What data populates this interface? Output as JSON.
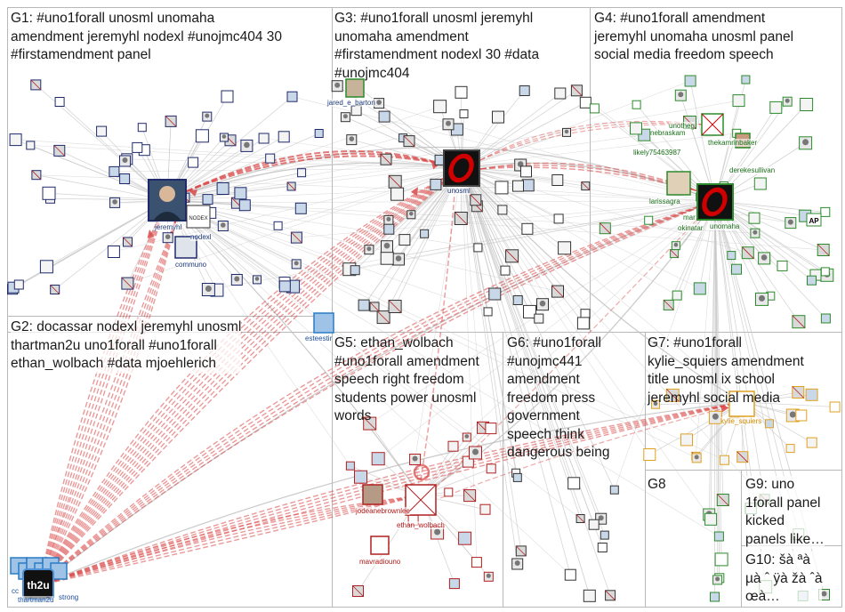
{
  "groups": [
    {
      "id": "G1",
      "label": "G1: #uno1forall unosml unomaha\namendment jeremyhl nodexl #unojmc404 30\n#firstamendment panel"
    },
    {
      "id": "G2",
      "label": "G2: docassar nodexl jeremyhl unosml\nthartman2u uno1forall #uno1forall\nethan_wolbach #data mjoehlerich"
    },
    {
      "id": "G3",
      "label": "G3: #uno1forall unosml jeremyhl\nunomaha amendment\n#firstamendment nodexl 30 #data\n#unojmc404"
    },
    {
      "id": "G4",
      "label": "G4: #uno1forall amendment\njeremyhl unomaha unosml panel\nsocial media freedom speech"
    },
    {
      "id": "G5",
      "label": "G5: ethan_wolbach\n#uno1forall amendment\nspeech right freedom\nstudents power unosml\nwords"
    },
    {
      "id": "G6",
      "label": "G6: #uno1forall\n#unojmc441\namendment\nfreedom press\ngovernment\nspeech think\ndangerous being"
    },
    {
      "id": "G7",
      "label": "G7: #uno1forall\nkylie_squiers amendment\ntitle unosml ix school\njeremyhl social media"
    },
    {
      "id": "G8",
      "label": "G8"
    },
    {
      "id": "G9",
      "label": "G9: uno\n1forall panel\nkicked\npanels like…"
    },
    {
      "id": "G10",
      "label": "G10: šà ªà\nµà ˆ ÿà žà ˆà\nœà…"
    }
  ],
  "node_labels": {
    "jeremyhl": "jeremyhl",
    "nodexl": "nodexl",
    "communo": "communo",
    "unosml": "unosml",
    "jared": "jared_e_barton",
    "unotheg": "unotheg",
    "nebraskam": "nebraskam",
    "thekamrinbaker": "thekamrinbaker",
    "likely": "likely75463987",
    "derekesullivan": "derekesullivan",
    "larissagra": "larissagra",
    "mar": "mar",
    "okinatar": "okinatar",
    "unomaha": "unomaha",
    "esteestir": "esteestir",
    "jodeanebrownlee": "jodeanebrownlee",
    "ethan_wolbach": "ethan_wolbach",
    "mavradiouno": "mavradiouno",
    "kylie_squiers": "kylie_squiers",
    "thartman2u": "thartman2u",
    "cc": "cc",
    "strong": "strong",
    "th2u": "th2u",
    "nodex_logo": "NODEX",
    "ap": "AP"
  },
  "colors": {
    "grid": "#b8b8b8",
    "edge": "#c9c9c9",
    "hub_edge": "#d94545",
    "g1_border": "#1f2a6b",
    "g2_border": "#2a7bc4",
    "g3_border": "#2a2a2a",
    "g4_border": "#2c8a2c",
    "g5_border": "#b02020",
    "g6_border": "#333333",
    "g7_border": "#e0a020",
    "uno_red": "#d00000"
  }
}
